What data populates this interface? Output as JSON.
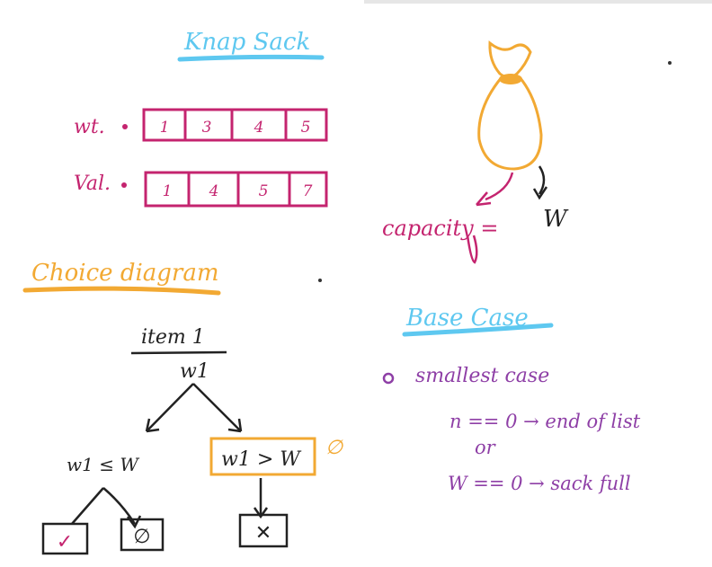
{
  "title": "Knap Sack",
  "weights": {
    "label": "wt.",
    "values": [
      "1",
      "3",
      "4",
      "5"
    ]
  },
  "values": {
    "label": "Val.",
    "values": [
      "1",
      "4",
      "5",
      "7"
    ]
  },
  "capacity": {
    "label": "capacity = ",
    "symbol": "W"
  },
  "choice": {
    "title": "Choice diagram",
    "root_top": "item 1",
    "root_bottom": "w1",
    "left_condition": "w1 ≤ W",
    "right_condition": "w1 > W",
    "right_note": "∅",
    "left_leaf_1": "✓",
    "left_leaf_2": "∅",
    "right_leaf": "✕"
  },
  "base_case": {
    "title": "Base Case",
    "bullet": "smallest case",
    "line1": "n == 0 → end of list",
    "line2": "or",
    "line3": "W == 0 → sack full"
  },
  "colors": {
    "magenta": "#c4246f",
    "orange": "#f2a933",
    "cyan": "#5ec8f0",
    "purple": "#8e3fa6",
    "ink": "#222222"
  }
}
